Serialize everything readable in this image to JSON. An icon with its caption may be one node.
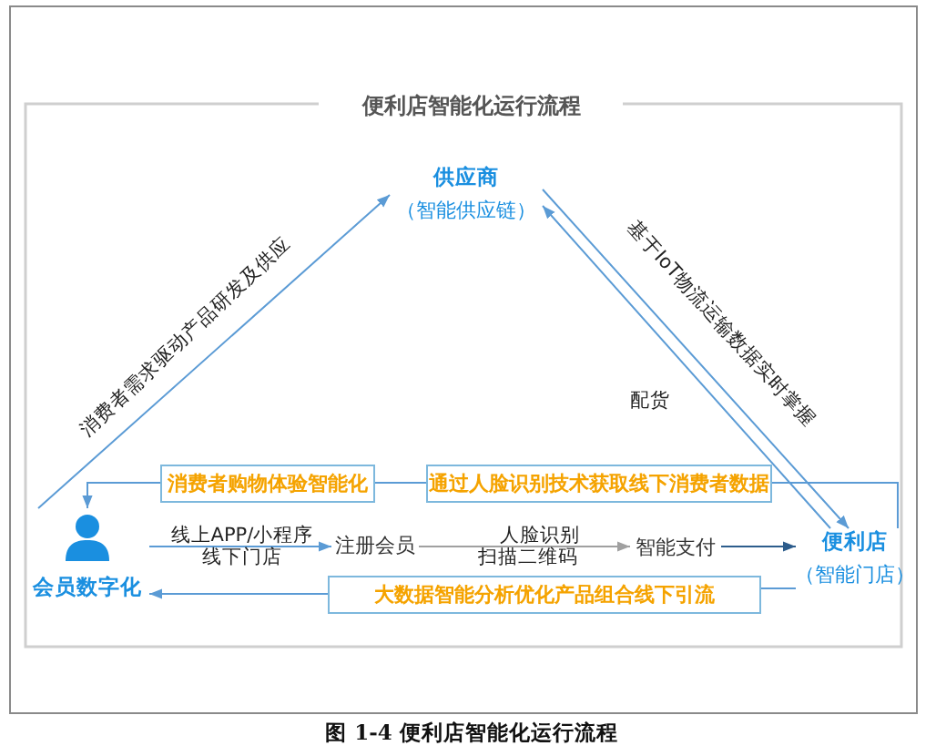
{
  "diagram": {
    "title": "便利店智能化运行流程",
    "caption": "图 1-4 便利店智能化运行流程",
    "nodes": [
      {
        "text": [
          "供应商",
          "（智能供应链）"
        ]
      },
      {
        "text": [
          "消费者购物体验智能化"
        ]
      },
      {
        "text": [
          "通过人脸识别技术获取线下消费者数据"
        ]
      },
      {
        "text": [
          "会员数字化"
        ]
      },
      {
        "text": [
          "注册会员"
        ]
      },
      {
        "text": [
          "智能支付"
        ]
      },
      {
        "text": [
          "便利店",
          "（智能门店）"
        ]
      },
      {
        "text": [
          "大数据智能分析优化产品组合线下引流"
        ]
      }
    ],
    "edges": [
      {
        "from": 3,
        "to": 0,
        "arrow": "to",
        "label": "消费者需求驱动产品研发及供应"
      },
      {
        "from": 0,
        "to": 6,
        "arrow": "to",
        "label": "基于IoT物流运输数据实时掌握"
      },
      {
        "from": 6,
        "to": 0,
        "arrow": "to",
        "label": "配货"
      },
      {
        "from": 6,
        "to": 2,
        "arrow": "none"
      },
      {
        "from": 2,
        "to": 1,
        "arrow": "none"
      },
      {
        "from": 1,
        "to": 3,
        "arrow": "to"
      },
      {
        "from": 6,
        "to": 7,
        "arrow": "none"
      },
      {
        "from": 7,
        "to": 3,
        "arrow": "to"
      },
      {
        "from": 3,
        "to": 4,
        "arrow": "to",
        "label": "线上APP/小程序线下门店"
      },
      {
        "from": 4,
        "to": 5,
        "arrow": "to",
        "label": "人脸识别扫描二维码",
        "color": "#a0a0a0"
      },
      {
        "from": 5,
        "to": 6,
        "arrow": "to",
        "color": "#2d5d8c"
      }
    ]
  }
}
